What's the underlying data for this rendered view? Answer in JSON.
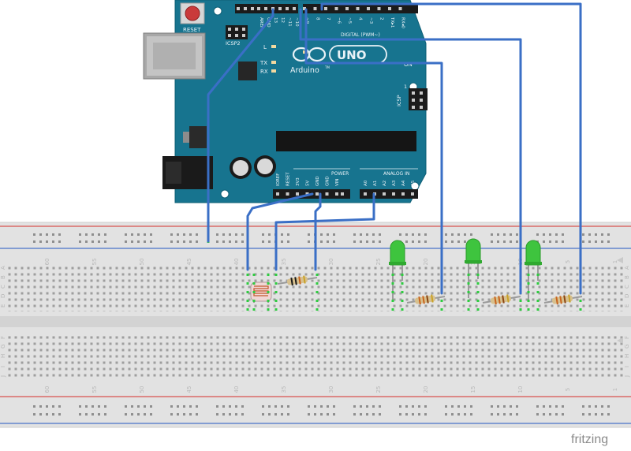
{
  "arduino": {
    "reset_label": "RESET",
    "icsp2_label": "ICSP2",
    "led_l_label": "L",
    "led_tx_label": "TX",
    "led_rx_label": "RX",
    "logo_model": "UNO",
    "logo_brand": "Arduino",
    "tm_mark": "TM",
    "icsp_label": "ICSP",
    "icsp_pin1": "1",
    "on_label": "ON",
    "digital_label": "DIGITAL (PWM~)",
    "power_label": "POWER",
    "analog_label": "ANALOG IN",
    "digital_pins": [
      "AREF",
      "GND",
      "13",
      "12",
      "~11",
      "~10",
      "~9",
      "8",
      "7",
      "~6",
      "~5",
      "4",
      "~3",
      "2",
      "TX▸1",
      "RX◂0"
    ],
    "power_pins": [
      "IOREF",
      "RESET",
      "3V3",
      "5V",
      "GND",
      "GND",
      "VIN"
    ],
    "analog_pins": [
      "A0",
      "A1",
      "A2",
      "A3",
      "A4",
      "A5"
    ]
  },
  "breadboard": {
    "column_numbers": [
      "60",
      "55",
      "50",
      "45",
      "40",
      "35",
      "30",
      "25",
      "20",
      "15",
      "10",
      "5",
      "1"
    ],
    "row_letters_top": [
      "A",
      "B",
      "C",
      "D",
      "E"
    ],
    "row_letters_bottom": [
      "F",
      "G",
      "H",
      "I",
      "J"
    ]
  },
  "components": {
    "photoresistor": "photoresistor",
    "resistor_count": 4,
    "led_count": 3,
    "led_color": "#3ec43e"
  },
  "colors": {
    "board": "#17748f",
    "wire": "#3a6fc6",
    "rail_red": "#d9534f",
    "rail_blue": "#4a72c9"
  },
  "watermark": "fritzing"
}
